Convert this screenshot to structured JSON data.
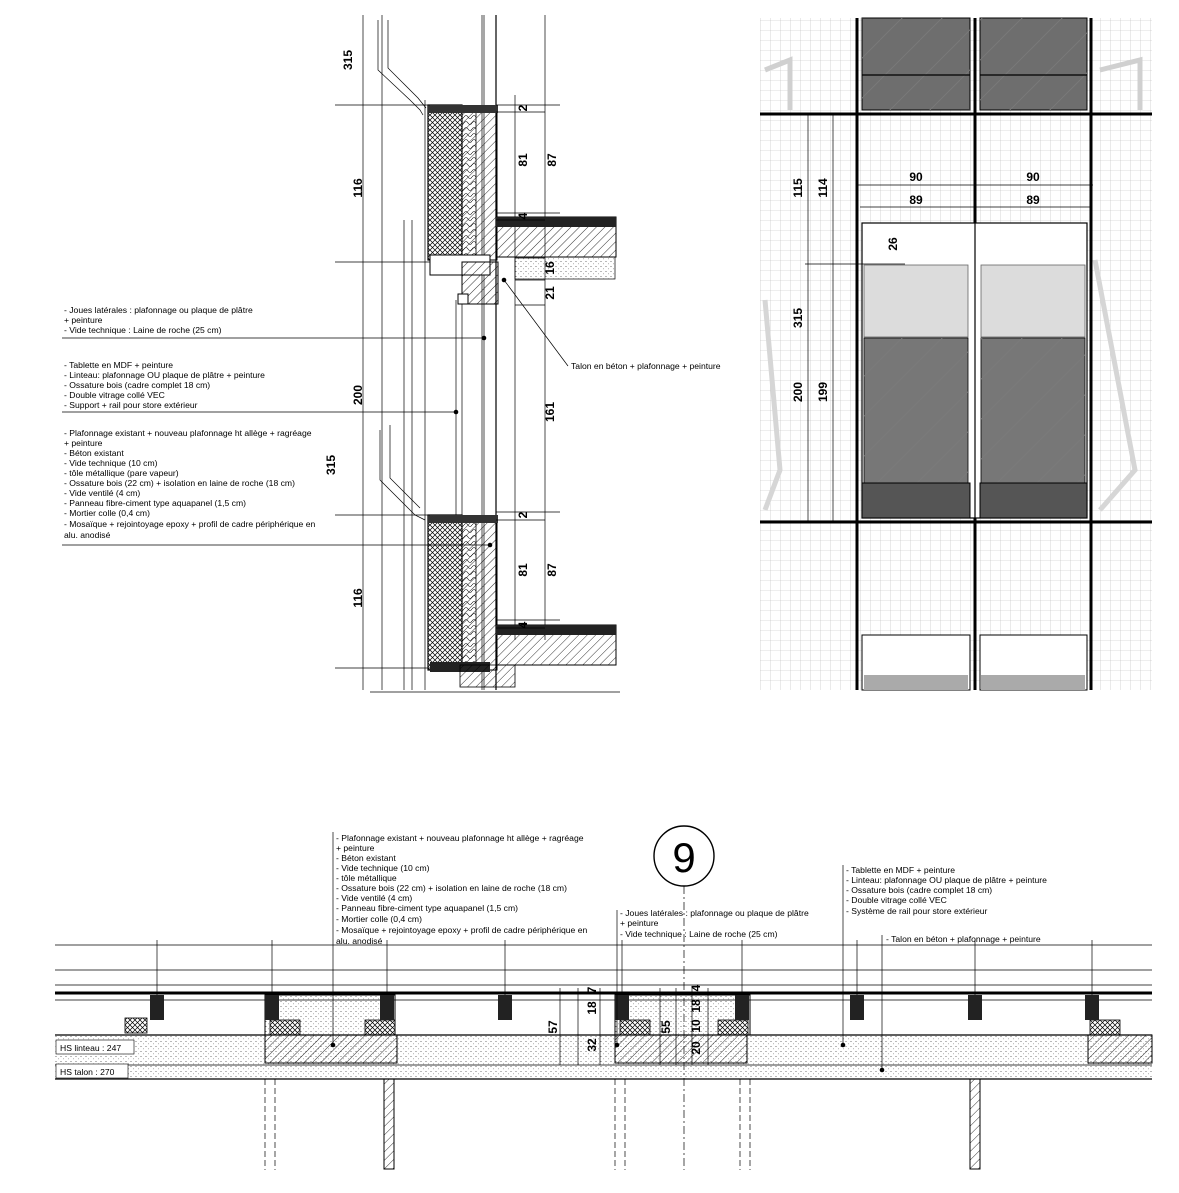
{
  "section": {
    "dims_left": [
      "315",
      "116",
      "200",
      "315",
      "116"
    ],
    "dims_right_top": [
      "2",
      "81",
      "87",
      "4",
      "16",
      "21",
      "161"
    ],
    "dims_right_bottom": [
      "2",
      "81",
      "87",
      "4"
    ],
    "notes": {
      "joues": [
        "- Joues latérales : plafonnage ou plaque de plâtre",
        "+ peinture",
        "- Vide technique : Laine de roche (25 cm)"
      ],
      "tablette": [
        "- Tablette en MDF + peinture",
        "- Linteau: plafonnage OU plaque de plâtre + peinture",
        "- Ossature bois (cadre complet 18 cm)",
        "- Double vitrage collé VEC",
        "- Support + rail pour store extérieur"
      ],
      "plafonnage": [
        "- Plafonnage existant + nouveau plafonnage ht allège + ragréage",
        "+ peinture",
        "- Béton existant",
        "- Vide technique (10 cm)",
        "- tôle métallique (pare vapeur)",
        "- Ossature bois (22 cm) + isolation en laine de roche (18 cm)",
        "- Vide ventilé (4 cm)",
        "- Panneau fibre-ciment type aquapanel (1,5 cm)",
        "- Mortier colle (0,4 cm)",
        "- Mosaïque + rejointoyage epoxy + profil de cadre périphérique en",
        "alu. anodisé"
      ],
      "talon": "Talon en béton + plafonnage + peinture"
    }
  },
  "elevation": {
    "widths_outer": [
      "90",
      "90"
    ],
    "widths_inner": [
      "89",
      "89"
    ],
    "dims_left": [
      "115",
      "114",
      "315",
      "200",
      "199"
    ],
    "dim_26": "26"
  },
  "plan": {
    "detail_number": "9",
    "notes": {
      "plafonnage": [
        "- Plafonnage existant + nouveau plafonnage ht allège + ragréage",
        "+ peinture",
        "- Béton existant",
        "- Vide technique (10 cm)",
        "- tôle métallique",
        "- Ossature bois (22 cm) + isolation en laine de roche (18 cm)",
        "- Vide ventilé (4 cm)",
        "- Panneau fibre-ciment type aquapanel (1,5 cm)",
        "- Mortier colle (0,4 cm)",
        "- Mosaïque + rejointoyage epoxy + profil de cadre périphérique en",
        "alu. anodisé"
      ],
      "joues": [
        "- Joues latérales : plafonnage ou plaque de plâtre",
        "+ peinture",
        "- Vide technique : Laine de roche (25 cm)"
      ],
      "tablette": [
        "- Tablette en MDF + peinture",
        "- Linteau: plafonnage OU plaque de plâtre + peinture",
        "- Ossature bois (cadre complet 18 cm)",
        "- Double vitrage collé VEC",
        "- Système de rail pour store extérieur"
      ],
      "talon": "- Talon en béton + plafonnage + peinture"
    },
    "dims_a": [
      "57",
      "18",
      "7",
      "32"
    ],
    "dims_b": [
      "55",
      "20",
      "10",
      "18",
      "4"
    ],
    "hs_linteau": "HS linteau : 247",
    "hs_talon": "HS talon : 270"
  }
}
